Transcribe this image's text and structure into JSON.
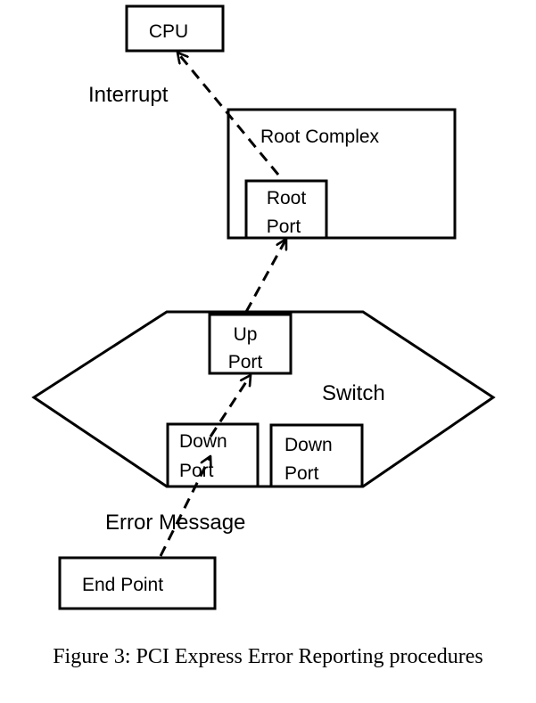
{
  "diagram": {
    "cpu": "CPU",
    "interrupt": "Interrupt",
    "root_complex": "Root Complex",
    "root_port": [
      "Root",
      "Port"
    ],
    "up_port": [
      "Up",
      "Port"
    ],
    "switch": "Switch",
    "down_port_1": [
      "Down",
      "Port"
    ],
    "down_port_2": [
      "Down",
      "Port"
    ],
    "error_message": "Error Message",
    "end_point": "End Point"
  },
  "caption": "Figure 3: PCI Express Error Reporting procedures"
}
